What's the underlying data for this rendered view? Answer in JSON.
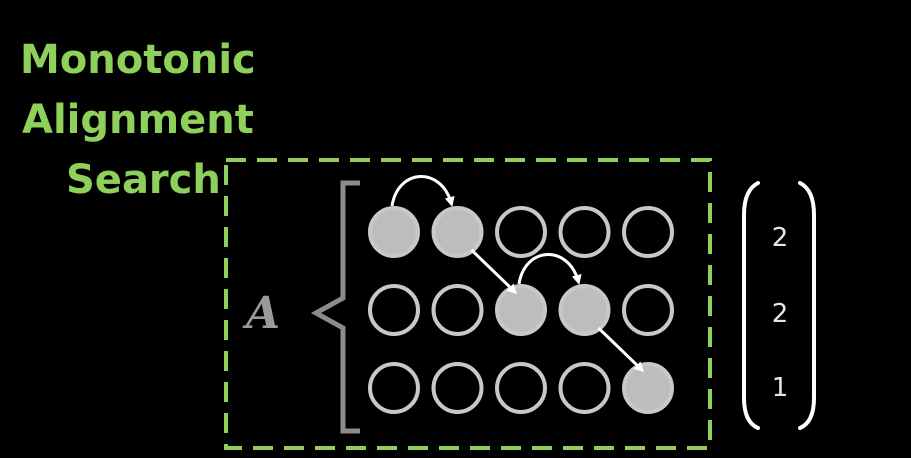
{
  "title": {
    "lines": [
      "Monotonic",
      "Alignment",
      "Search"
    ]
  },
  "matrix": {
    "label": "A",
    "rows": 3,
    "cols": 5,
    "cells": [
      [
        1,
        1,
        0,
        0,
        0
      ],
      [
        0,
        0,
        1,
        1,
        0
      ],
      [
        0,
        0,
        0,
        0,
        1
      ]
    ],
    "path_edges": [
      {
        "from": [
          0,
          0
        ],
        "to": [
          0,
          1
        ],
        "style": "arc"
      },
      {
        "from": [
          0,
          1
        ],
        "to": [
          1,
          2
        ],
        "style": "diagonal"
      },
      {
        "from": [
          1,
          2
        ],
        "to": [
          1,
          3
        ],
        "style": "arc"
      },
      {
        "from": [
          1,
          3
        ],
        "to": [
          2,
          4
        ],
        "style": "diagonal"
      }
    ]
  },
  "durations": {
    "values": [
      "2",
      "2",
      "1"
    ]
  },
  "colors": {
    "background": "#000000",
    "accent_green": "#8fd05a",
    "circle_fill": "#bdbdbd",
    "circle_outline": "#c8c8c8",
    "arrow": "#ffffff",
    "bracket": "#8c8c8c",
    "label": "#9a9a9a",
    "vector_text": "#e6e6e6"
  }
}
